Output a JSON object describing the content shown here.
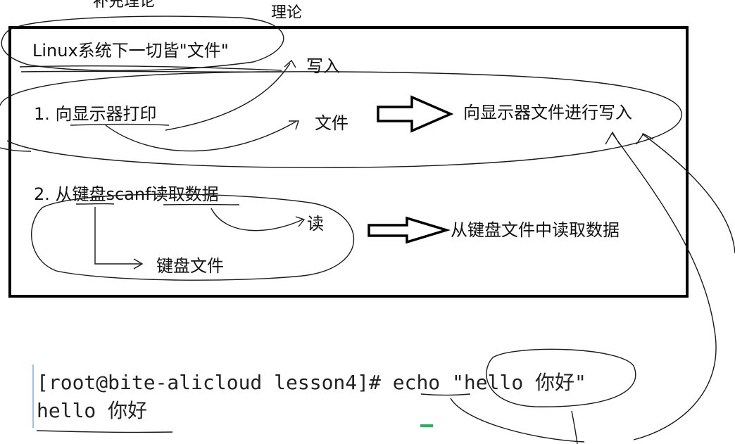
{
  "header": {
    "supplement_label": "补充理论",
    "theory_label": "理论"
  },
  "box": {
    "title": "Linux系统下一切皆\"文件\"",
    "write_label": "写入",
    "item1": {
      "text": "1. 向显示器打印",
      "file_label": "文件",
      "result": "向显示器文件进行写入"
    },
    "item2": {
      "text": "2. 从键盘scanf读取数据",
      "read_label": "读",
      "keyboard_file": "键盘文件",
      "result": "从键盘文件中读取数据"
    }
  },
  "terminal": {
    "line1_prompt": "[root@bite-alicloud lesson4]# ",
    "line1_cmd": "echo",
    "line1_arg": " \"hello 你好\"",
    "line2": "hello 你好"
  },
  "colors": {
    "border": "#000000",
    "cursor": "#1db954",
    "caret_bar": "#9cc2e8"
  }
}
